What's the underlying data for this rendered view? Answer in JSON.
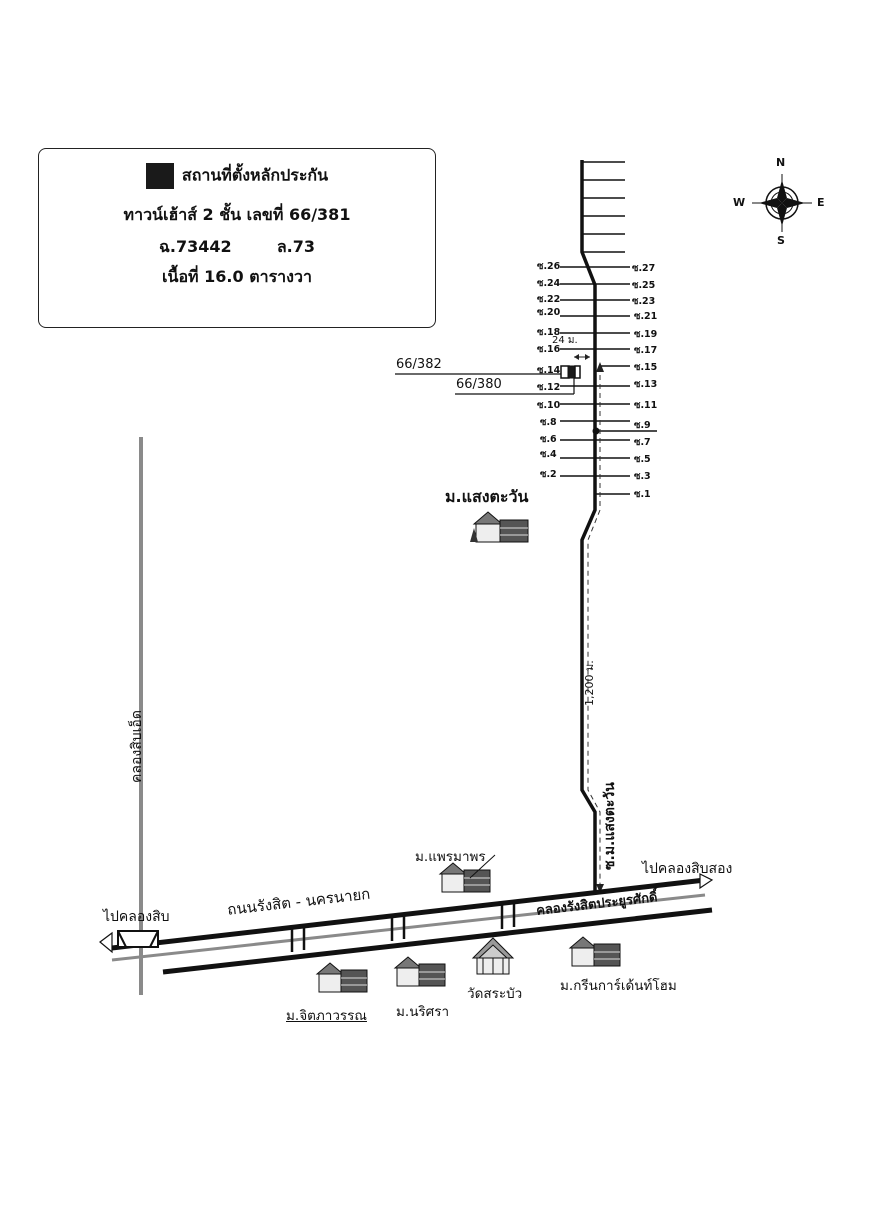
{
  "info_box": {
    "legend_label": "สถานที่ตั้งหลักประกัน",
    "property_line": "ทาวน์เฮ้าส์ 2 ชั้น เลขที่ 66/381",
    "deed_no": "ฉ.73442",
    "land_no": "ล.73",
    "area": "เนื้อที่ 16.0 ตารางวา"
  },
  "compass": {
    "north": "N",
    "south": "S",
    "east": "E",
    "west": "W"
  },
  "sois": {
    "left": [
      "ซ.26",
      "ซ.24",
      "ซ.22",
      "ซ.20",
      "ซ.18",
      "ซ.16",
      "ซ.14",
      "ซ.12",
      "ซ.10",
      "ซ.8",
      "ซ.6",
      "ซ.4",
      "ซ.2"
    ],
    "right": [
      "ซ.27",
      "ซ.25",
      "ซ.23",
      "ซ.21",
      "ซ.19",
      "ซ.17",
      "ซ.15",
      "ซ.13",
      "ซ.11",
      "ซ.9",
      "ซ.7",
      "ซ.5",
      "ซ.3",
      "ซ.1"
    ]
  },
  "distances": {
    "width": "24 ม.",
    "length": "1,200 ม."
  },
  "house_numbers": {
    "north": "66/382",
    "south": "66/380"
  },
  "roads": {
    "village_road": "ซ.ม.แสงตะวัน",
    "main_road": "ถนนรังสิต - นครนายก",
    "canal": "คลองรังสิตประยูรศักดิ์",
    "vertical_canal": "คลองสิบเอ็ด",
    "to_west": "ไปคลองสิบ",
    "to_east": "ไปคลองสิบสอง"
  },
  "places": {
    "saengtawan": "ม.แสงตะวัน",
    "praemaporn": "ม.แพรมาพร",
    "chitpawan": "ม.จิตภาวรรณ",
    "narisra": "ม.นริศรา",
    "wat": "วัดสระบัว",
    "greengarden": "ม.กรีนการ์เด้นท์โฮม"
  },
  "colors": {
    "ink": "#111111",
    "grey_road": "#8a8a8a",
    "marker": "#1a1a1a",
    "background": "#ffffff"
  }
}
